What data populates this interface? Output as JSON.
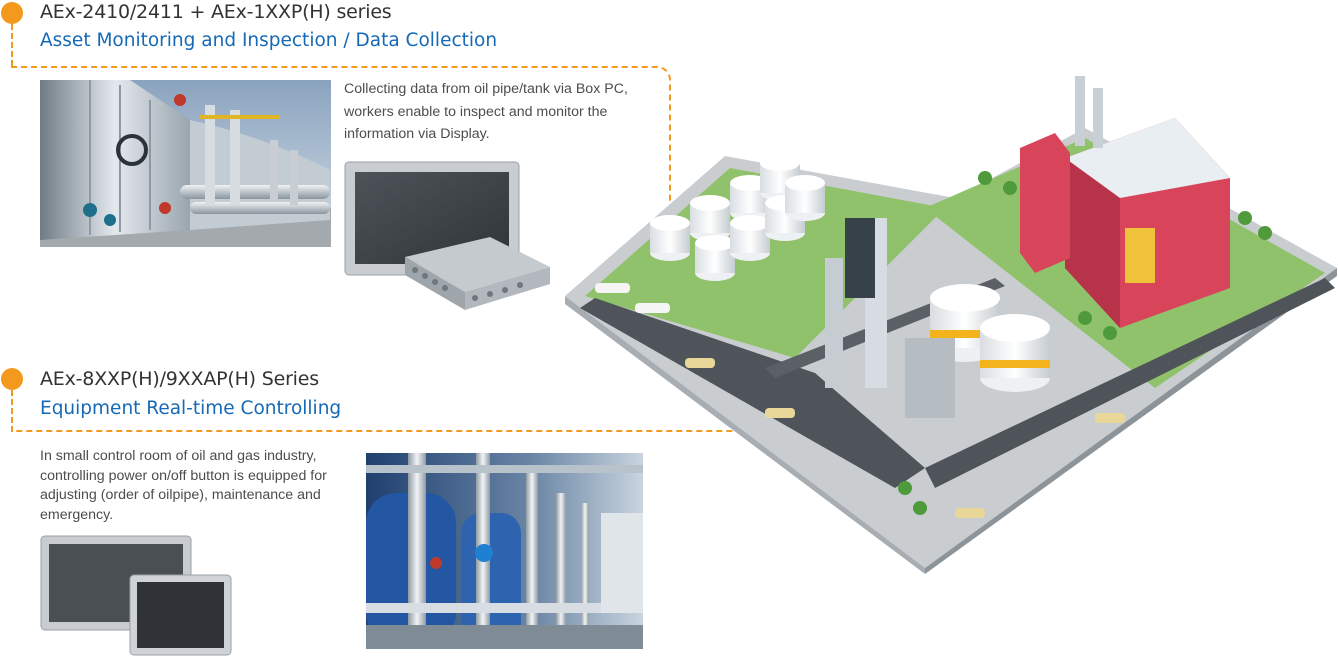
{
  "section1": {
    "title": "AEx-2410/2411 + AEx-1XXP(H) series",
    "subtitle": "Asset Monitoring and Inspection / Data Collection",
    "description": "Collecting data from oil pipe/tank via Box PC, workers enable to inspect and monitor the information via Display."
  },
  "section2": {
    "title": "AEx-8XXP(H)/9XXAP(H) Series",
    "subtitle": "Equipment Real-time Controlling",
    "description": "In small control room of oil and gas industry, controlling power on/off button is equipped for adjusting (order of oilpipe), maintenance and emergency."
  },
  "colors": {
    "accent": "#f39a1e",
    "subtitle": "#1669b6",
    "text": "#4d4d4d"
  },
  "icons": [
    "marker-dot-icon"
  ]
}
